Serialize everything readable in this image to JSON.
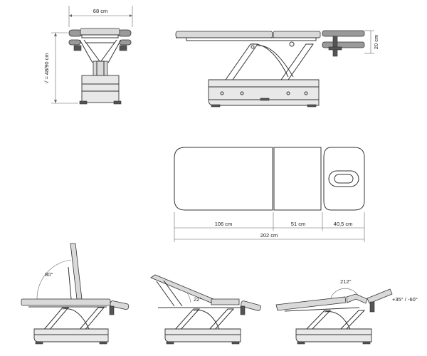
{
  "dimensions": {
    "front_width": "68 cm",
    "height_range": "√ ≈ 48/90 cm",
    "headrest_height": "20 cm",
    "seg_main": "106 cm",
    "seg_mid": "51 cm",
    "seg_head": "40,5 cm",
    "total_length": "202 cm"
  },
  "angles": {
    "backrest_upright": "80°",
    "backrest_incline": "22°",
    "center_raise": "212°",
    "head_tilt": "+35° / -60°"
  }
}
